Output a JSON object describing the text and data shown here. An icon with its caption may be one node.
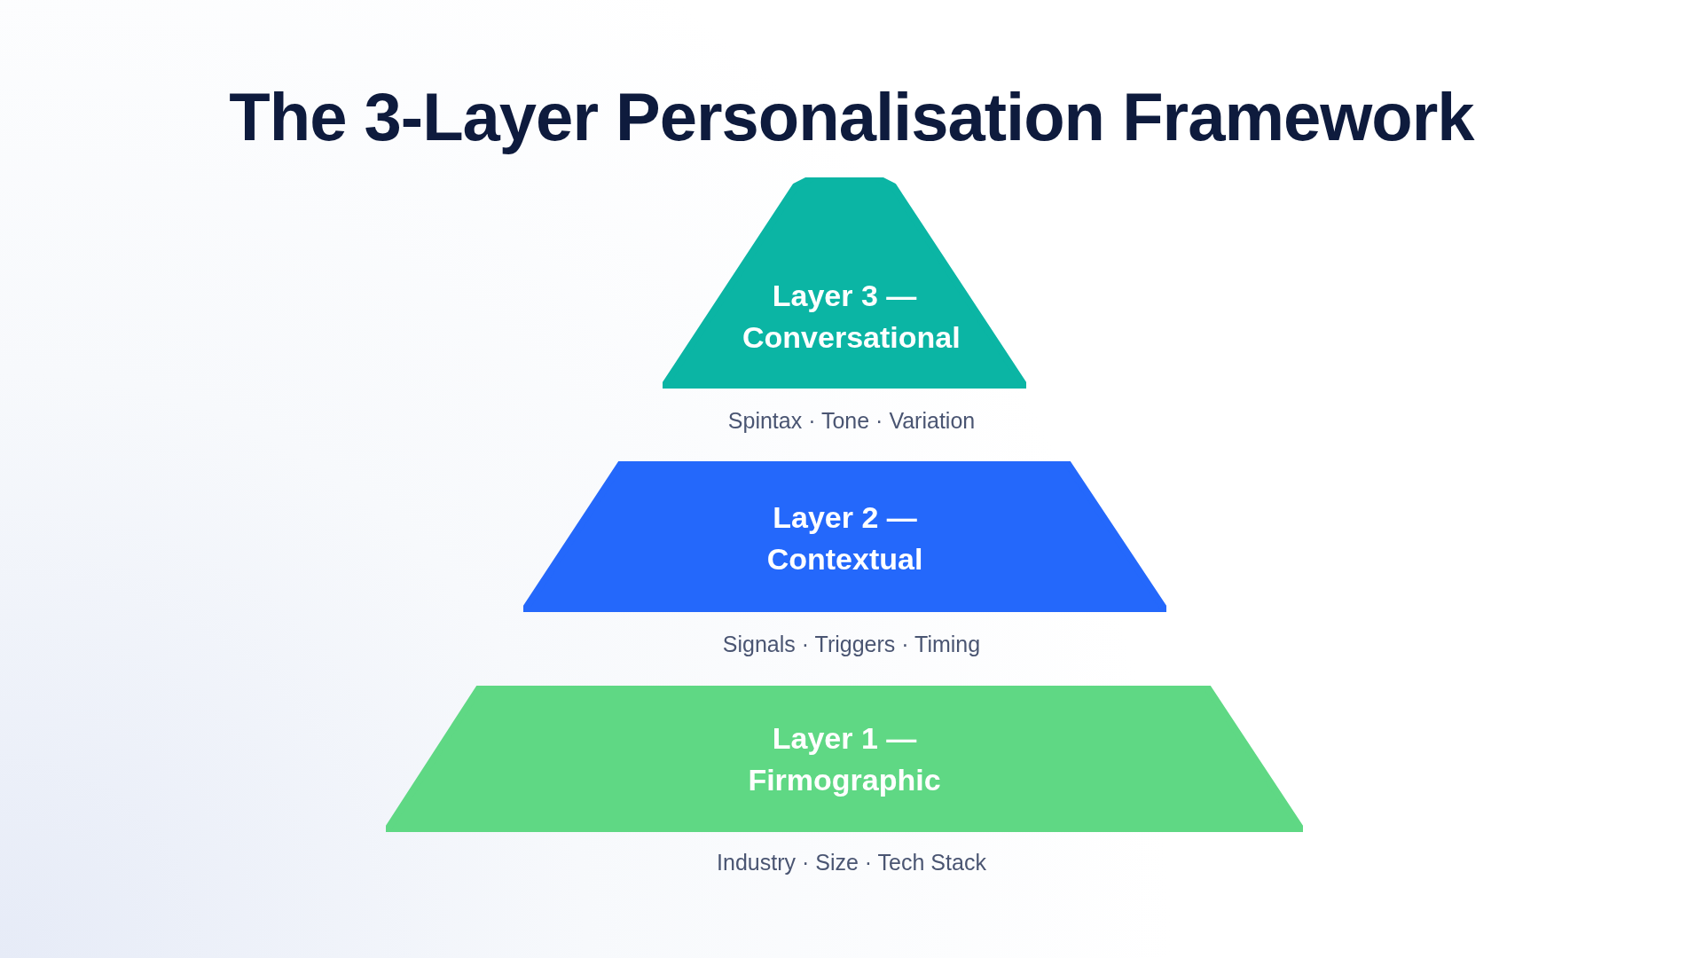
{
  "diagram": {
    "title": "The 3-Layer Personalisation Framework",
    "nodes": [
      {
        "text": [
          "Layer 3 — Conversational"
        ],
        "beside": [
          "Spintax · Tone · Variation"
        ]
      },
      {
        "text": [
          "Layer 2 — Contextual"
        ],
        "beside": [
          "Signals · Triggers · Timing"
        ]
      },
      {
        "text": [
          "Layer 1 — Firmographic"
        ],
        "beside": [
          "Industry · Size · Tech Stack"
        ]
      }
    ],
    "edges": []
  }
}
